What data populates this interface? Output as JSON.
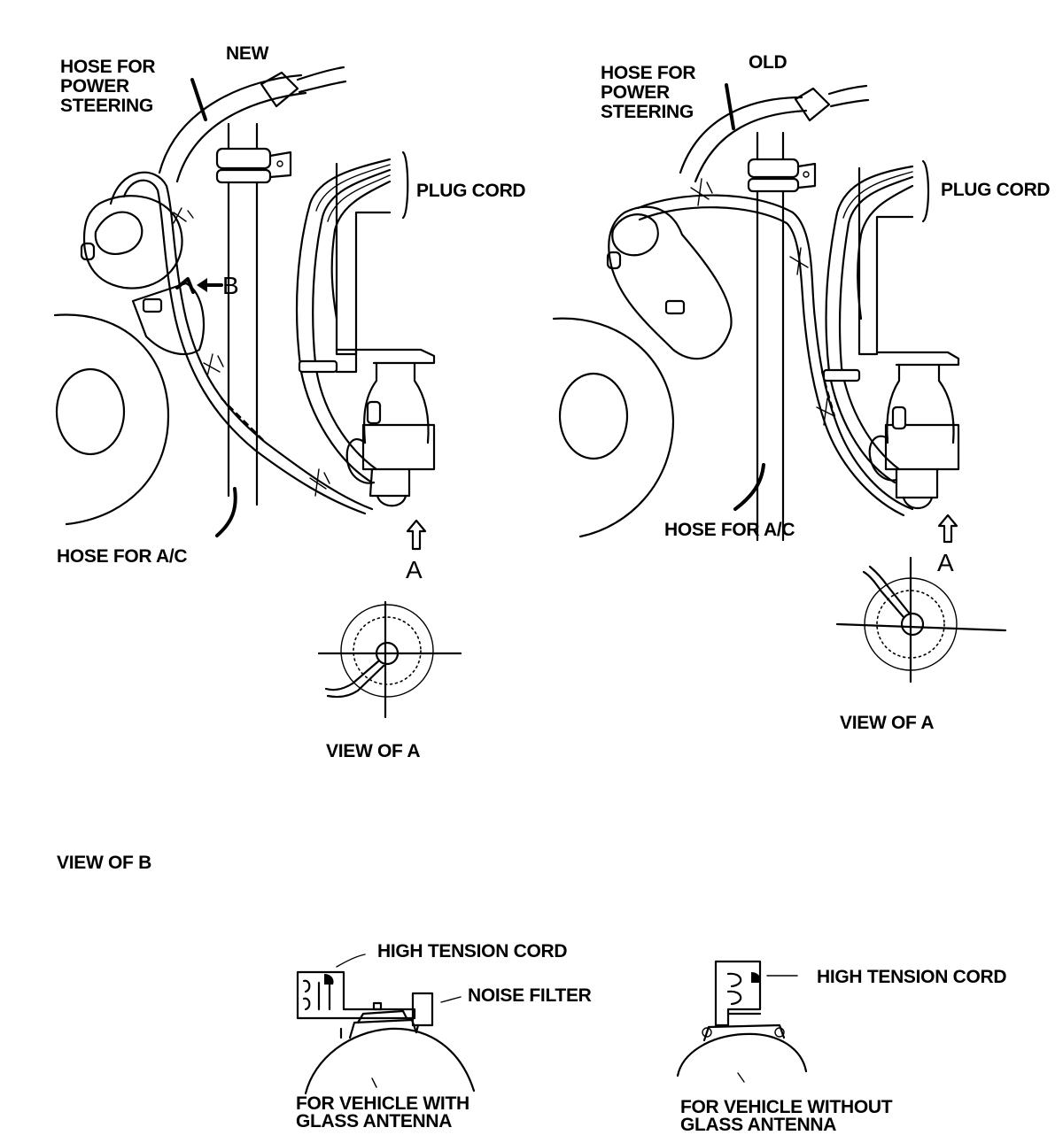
{
  "panels": {
    "new": {
      "title": "NEW",
      "hose_power_steering": [
        "HOSE FOR",
        "POWER",
        "STEERING"
      ],
      "plug_cord": "PLUG CORD",
      "hose_ac": "HOSE FOR A/C",
      "arrow_a": "A",
      "arrow_b": "B",
      "view_of_a": "VIEW OF A"
    },
    "old": {
      "title": "OLD",
      "hose_power_steering": [
        "HOSE FOR",
        "POWER",
        "STEERING"
      ],
      "plug_cord": "PLUG CORD",
      "hose_ac": "HOSE FOR A/C",
      "arrow_a": "A",
      "view_of_a": "VIEW OF A"
    }
  },
  "view_of_b": {
    "heading": "VIEW OF B",
    "with_glass": {
      "high_tension_cord": "HIGH TENSION CORD",
      "noise_filter": "NOISE FILTER",
      "caption": [
        "FOR VEHICLE WITH",
        "GLASS ANTENNA"
      ]
    },
    "without_glass": {
      "high_tension_cord": "HIGH TENSION CORD",
      "caption": [
        "FOR VEHICLE WITHOUT",
        "GLASS ANTENNA"
      ]
    }
  }
}
